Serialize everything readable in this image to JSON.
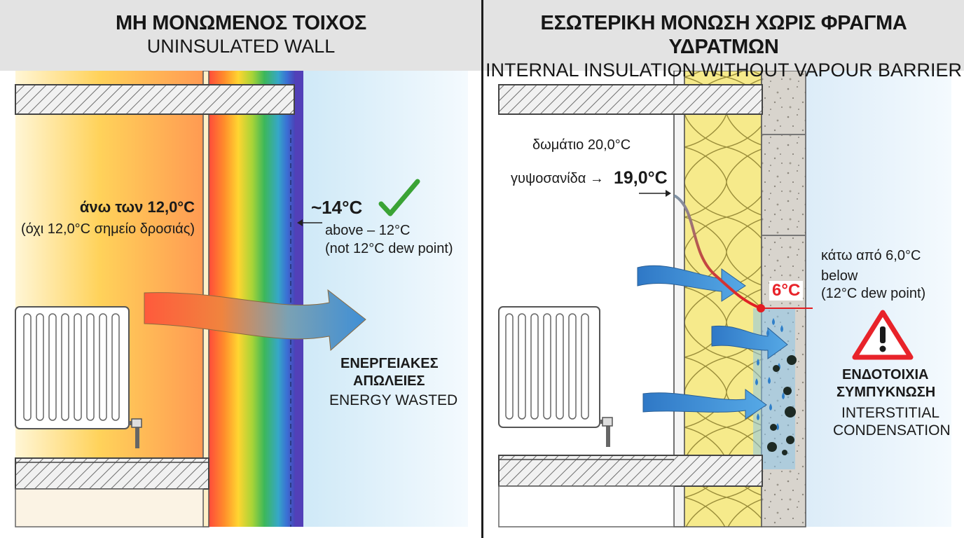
{
  "left_panel": {
    "title_gr": "ΜΗ ΜΟΝΩΜΕΝΟΣ ΤΟΙΧΟΣ",
    "title_en": "UNINSULATED WALL",
    "room_temp": "άνω των 12,0°C",
    "room_note": "(όχι 12,0°C σημείο δροσιάς)",
    "surface_temp": "~14°C",
    "surface_note_1": "above – 12°C",
    "surface_note_2": "(not 12°C dew point)",
    "loss_gr_1": "ΕΝΕΡΓΕΙΑΚΕΣ",
    "loss_gr_2": "ΑΠΩΛΕΙΕΣ",
    "loss_en": "ENERGY WASTED"
  },
  "right_panel": {
    "title_gr": "ΕΣΩΤΕΡΙΚΗ ΜΟΝΩΣΗ ΧΩΡΙΣ ΦΡΑΓΜΑ ΥΔΡΑΤΜΩΝ",
    "title_en": "INTERNAL INSULATION WITHOUT VAPOUR BARRIER",
    "room_label": "δωμάτιο 20,0°C",
    "plaster_label": "γυψοσανίδα →",
    "plaster_temp": "19,0°C",
    "interface_temp": "6°C",
    "below_gr": "κάτω από 6,0°C",
    "below_en_1": "below",
    "below_en_2": "(12°C dew point)",
    "condensation_gr_1": "ΕΝΔΟΤΟΙΧΙΑ",
    "condensation_gr_2": "ΣΥΜΠΥΚΝΩΣΗ",
    "condensation_en_1": "INTERSTITIAL",
    "condensation_en_2": "CONDENSATION"
  },
  "icons": {
    "check": "check-mark-icon",
    "warning": "warning-triangle-icon",
    "radiator": "radiator-icon"
  },
  "colors": {
    "red_accent": "#e8232a",
    "check_green": "#3aa335",
    "arrow_blue": "#3f86c9",
    "insulation_yellow": "#f5e887"
  }
}
